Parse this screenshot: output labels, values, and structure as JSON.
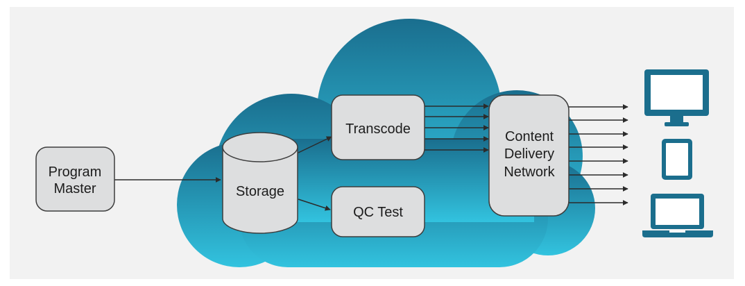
{
  "nodes": {
    "program_master": [
      "Program",
      "Master"
    ],
    "storage": "Storage",
    "transcode": "Transcode",
    "qc_test": "QC Test",
    "cdn": [
      "Content",
      "Delivery",
      "Network"
    ]
  },
  "devices": [
    "desktop-monitor-icon",
    "tablet-icon",
    "laptop-icon"
  ],
  "colors": {
    "background": "#f2f2f2",
    "cloud_top": "#1a6e8e",
    "cloud_bottom": "#32c3df",
    "node_fill": "#dddedf",
    "node_stroke": "#3d3d3d",
    "arrow": "#2b2b2b",
    "device": "#1b6e8d"
  }
}
